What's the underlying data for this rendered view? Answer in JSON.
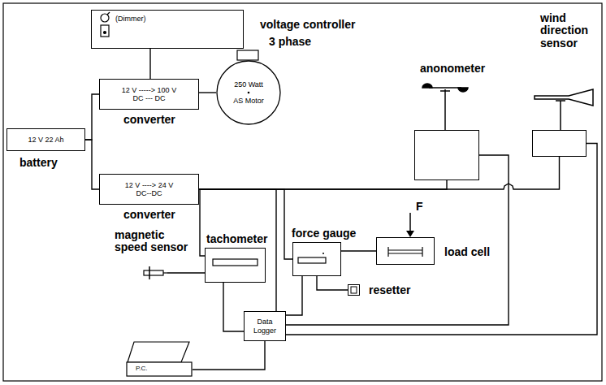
{
  "diagram": {
    "nodes": [
      {
        "text": [
          "(Dimmer)",
          "voltage controller"
        ]
      },
      {
        "text": [
          "12 V -----> 100 V DC --- DC",
          "converter"
        ]
      },
      {
        "text": [
          "3 phase",
          "250 Watt AS Motor"
        ]
      },
      {
        "text": [
          "12 V 22 Ah",
          "battery"
        ]
      },
      {
        "text": [
          "12 V ----> 24 V DC--DC",
          "converter"
        ]
      },
      {
        "text": [
          "anonometer"
        ]
      },
      {
        "text": [
          "wind direction sensor"
        ]
      },
      {
        "text": [
          "magnetic speed sensor"
        ]
      },
      {
        "text": [
          "tachometer"
        ]
      },
      {
        "text": [
          "force gauge"
        ]
      },
      {
        "text": [
          "load cell"
        ]
      },
      {
        "text": [
          "resetter"
        ]
      },
      {
        "text": [
          "Data Logger"
        ]
      },
      {
        "text": [
          "P.C."
        ]
      }
    ],
    "edges": [
      {
        "from": 0,
        "to": 1,
        "arrow": "none"
      },
      {
        "from": 3,
        "to": 1,
        "arrow": "none"
      },
      {
        "from": 3,
        "to": 4,
        "arrow": "none"
      },
      {
        "from": 1,
        "to": 2,
        "arrow": "none"
      },
      {
        "from": 4,
        "to": 8,
        "arrow": "none"
      },
      {
        "from": 4,
        "to": 12,
        "arrow": "none"
      },
      {
        "from": 4,
        "to": 9,
        "arrow": "none"
      },
      {
        "from": 4,
        "to": 5,
        "arrow": "none"
      },
      {
        "from": 4,
        "to": 6,
        "arrow": "none"
      },
      {
        "from": 7,
        "to": 8,
        "arrow": "none"
      },
      {
        "from": 8,
        "to": 12,
        "arrow": "none"
      },
      {
        "from": 9,
        "to": 10,
        "arrow": "none"
      },
      {
        "from": 9,
        "to": 11,
        "arrow": "none"
      },
      {
        "from": 9,
        "to": 12,
        "arrow": "none"
      },
      {
        "from": 5,
        "to": 12,
        "arrow": "none"
      },
      {
        "from": 6,
        "to": 12,
        "arrow": "none"
      },
      {
        "from": 12,
        "to": 13,
        "arrow": "none"
      }
    ],
    "labels": [
      "F"
    ]
  }
}
